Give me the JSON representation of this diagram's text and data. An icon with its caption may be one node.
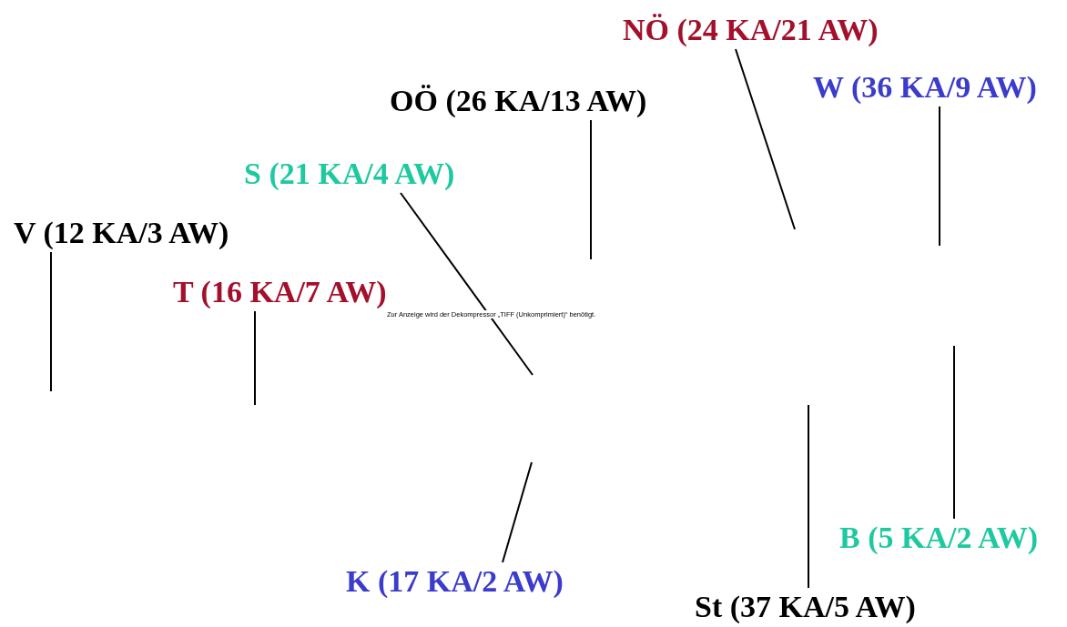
{
  "diagram": {
    "nodes": [
      {
        "text": [
          "NÖ (24 KA/21 AW)"
        ]
      },
      {
        "text": [
          "W (36 KA/9 AW)"
        ]
      },
      {
        "text": [
          "OÖ (26 KA/13 AW)"
        ]
      },
      {
        "text": [
          "S (21 KA/4 AW)"
        ]
      },
      {
        "text": [
          "V (12 KA/3 AW)"
        ]
      },
      {
        "text": [
          "T (16 KA/7 AW)"
        ]
      },
      {
        "text": [
          "B (5 KA/2 AW)"
        ]
      },
      {
        "text": [
          "K (17 KA/2 AW)"
        ]
      },
      {
        "text": [
          "St (37 KA/5 AW)"
        ]
      }
    ],
    "edges": [
      {
        "from": 0,
        "to": null,
        "arrow": "none"
      },
      {
        "from": 1,
        "to": null,
        "arrow": "none"
      },
      {
        "from": 2,
        "to": null,
        "arrow": "none"
      },
      {
        "from": 3,
        "to": null,
        "arrow": "none"
      },
      {
        "from": 4,
        "to": null,
        "arrow": "none"
      },
      {
        "from": 5,
        "to": null,
        "arrow": "none"
      },
      {
        "from": 6,
        "to": null,
        "arrow": "none"
      },
      {
        "from": 7,
        "to": null,
        "arrow": "none"
      },
      {
        "from": 8,
        "to": null,
        "arrow": "none"
      }
    ],
    "labels": [
      "Zur Anzeige wird der Dekompressor „TIFF (Unkomprimiert)“ benötigt."
    ]
  }
}
